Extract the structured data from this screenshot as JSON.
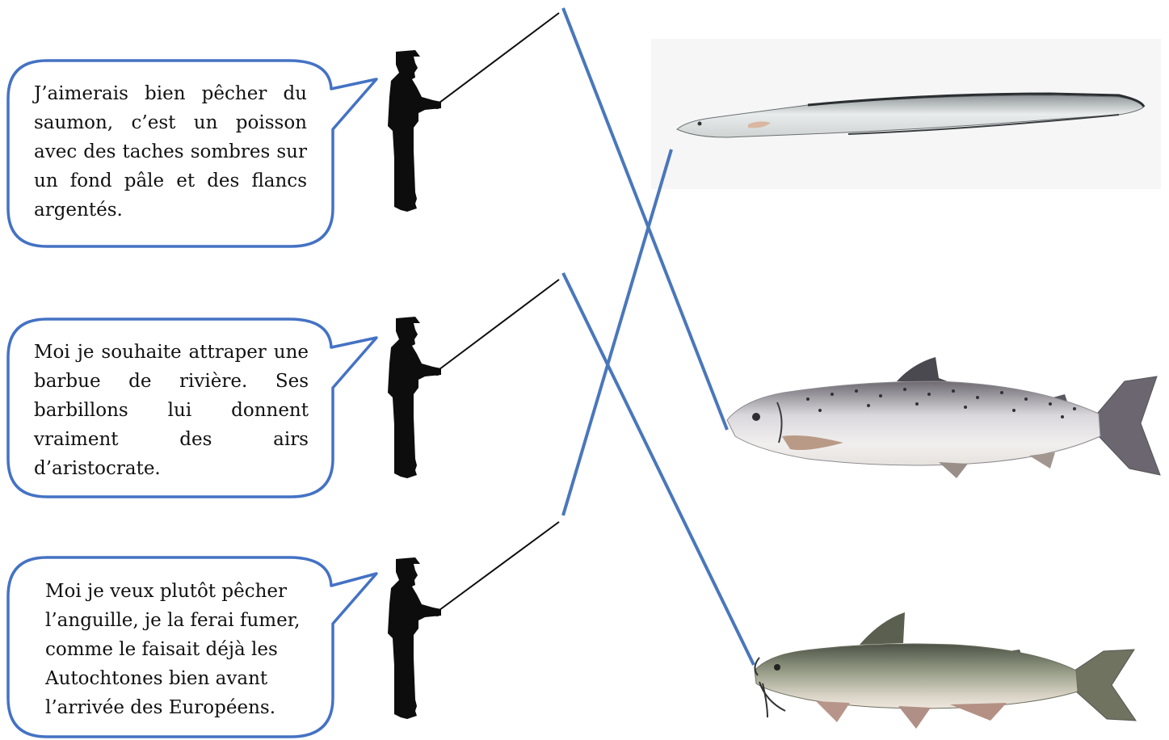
{
  "bubbles": [
    {
      "id": "salmon-wish",
      "text": "J’aimerais bien pêcher du saumon, c’est un poisson avec des taches sombres sur un fond pâle et des flancs argentés."
    },
    {
      "id": "catfish-wish",
      "text": "Moi je souhaite attraper une barbue de rivière. Ses barbillons lui donnent vraiment des airs d’aristocrate."
    },
    {
      "id": "eel-wish",
      "text": "Moi je veux plutôt pêcher l’anguille, je la ferai fumer, comme le faisait déjà les Autochtones bien avant l’arrivée des Européens."
    }
  ],
  "fish": [
    {
      "id": "eel",
      "icon": "eel-image"
    },
    {
      "id": "salmon",
      "icon": "salmon-image"
    },
    {
      "id": "catfish",
      "icon": "catfish-image"
    }
  ],
  "colors": {
    "bubble_border": "#4472c4",
    "match_line": "#4a77bb",
    "silhouette": "#0d0d0d"
  }
}
